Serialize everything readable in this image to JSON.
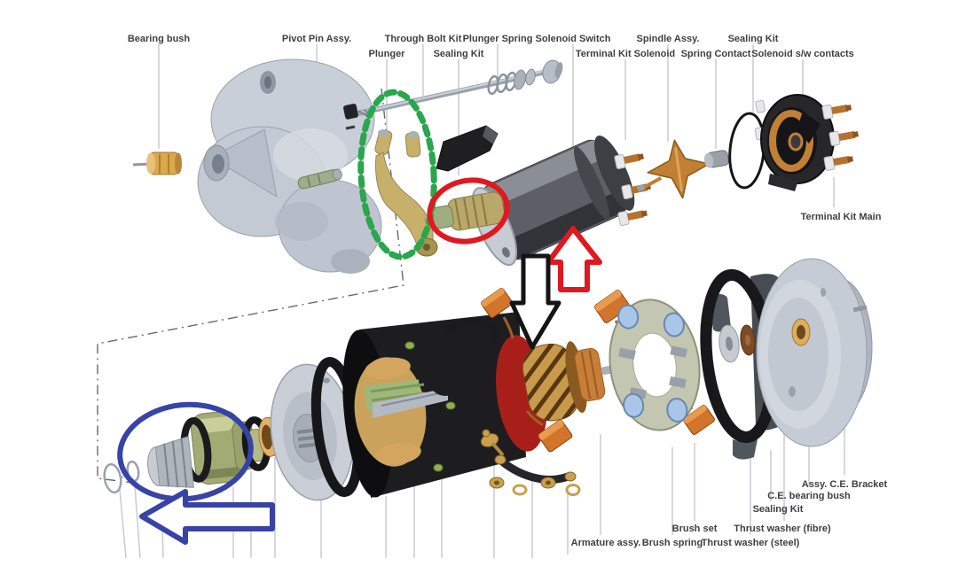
{
  "diagram": {
    "type": "exploded-parts-diagram",
    "subject": "starter motor exploded view with annotation marks"
  },
  "labels": {
    "bearing_bush": "Bearing bush",
    "pivot_pin": "Pivot Pin Assy.",
    "through_bolt": "Through Bolt Kit",
    "plunger": "Plunger",
    "sealing_kit_1": "Sealing Kit",
    "plunger_spring": "Plunger Spring",
    "solenoid_switch": "Solenoid Switch",
    "terminal_kit_solenoid": "Terminal Kit Solenoid",
    "spindle_assy": "Spindle Assy.",
    "spring_contact": "Spring Contact",
    "sealing_kit_2": "Sealing Kit",
    "solenoid_sw_contacts": "Solenoid s/w contacts",
    "terminal_kit_main": "Terminal Kit Main",
    "assy_ce_bracket": "Assy. C.E. Bracket",
    "ce_bearing_bush": "C.E. bearing bush",
    "sealing_kit_3": "Sealing Kit",
    "brush_set": "Brush set",
    "thrust_washer_fibre": "Thrust washer (fibre)",
    "armature_assy": "Armature assy.",
    "brush_spring": "Brush spring",
    "thrust_washer_steel": "Thrust washer (steel)"
  },
  "colors": {
    "annotation_green": "#2aa64d",
    "annotation_red": "#e01820",
    "annotation_blue": "#3743a6",
    "annotation_black": "#141414"
  }
}
